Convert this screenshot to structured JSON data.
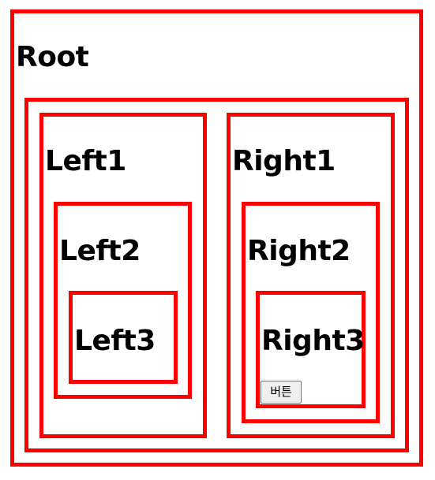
{
  "root": {
    "label": "Root"
  },
  "left1": {
    "label": "Left1"
  },
  "left2": {
    "label": "Left2"
  },
  "left3": {
    "label": "Left3"
  },
  "right1": {
    "label": "Right1"
  },
  "right2": {
    "label": "Right2"
  },
  "right3": {
    "label": "Right3"
  },
  "button": {
    "label": "버튼"
  },
  "colors": {
    "border": "#ff0000",
    "text": "#000000",
    "background": "#ffffff"
  }
}
